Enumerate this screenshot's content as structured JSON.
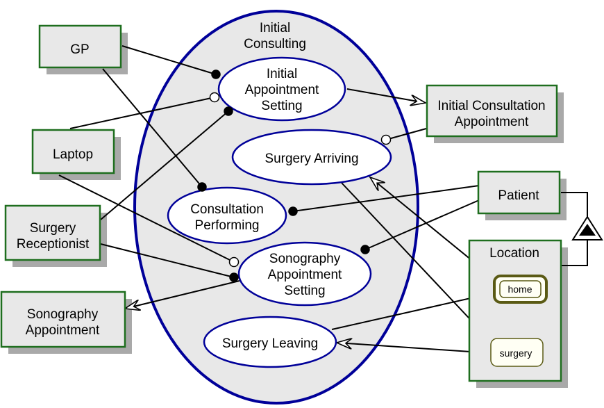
{
  "colors": {
    "box_border": "#1e6e1e",
    "box_fill": "#e8e8e8",
    "shadow": "#a9a9a9",
    "ellipse_border": "#000099",
    "location_state_border": "#5a5a14",
    "location_state_fill": "#fffff4",
    "line": "#000000"
  },
  "process": {
    "title_line1": "Initial",
    "title_line2": "Consulting"
  },
  "subprocesses": {
    "initial_appointment_setting": [
      "Initial",
      "Appointment",
      "Setting"
    ],
    "surgery_arriving": [
      "Surgery Arriving"
    ],
    "consultation_performing": [
      "Consultation",
      "Performing"
    ],
    "sonography_appointment_setting": [
      "Sonography",
      "Appointment",
      "Setting"
    ],
    "surgery_leaving": [
      "Surgery Leaving"
    ]
  },
  "objects": {
    "gp": [
      "GP"
    ],
    "laptop": [
      "Laptop"
    ],
    "surgery_receptionist": [
      "Surgery",
      "Receptionist"
    ],
    "sonography_appointment": [
      "Sonography",
      "Appointment"
    ],
    "initial_consultation_appointment": [
      "Initial Consultation",
      "Appointment"
    ],
    "patient": [
      "Patient"
    ],
    "location": [
      "Location"
    ]
  },
  "states": {
    "home": "home",
    "surgery": "surgery"
  }
}
